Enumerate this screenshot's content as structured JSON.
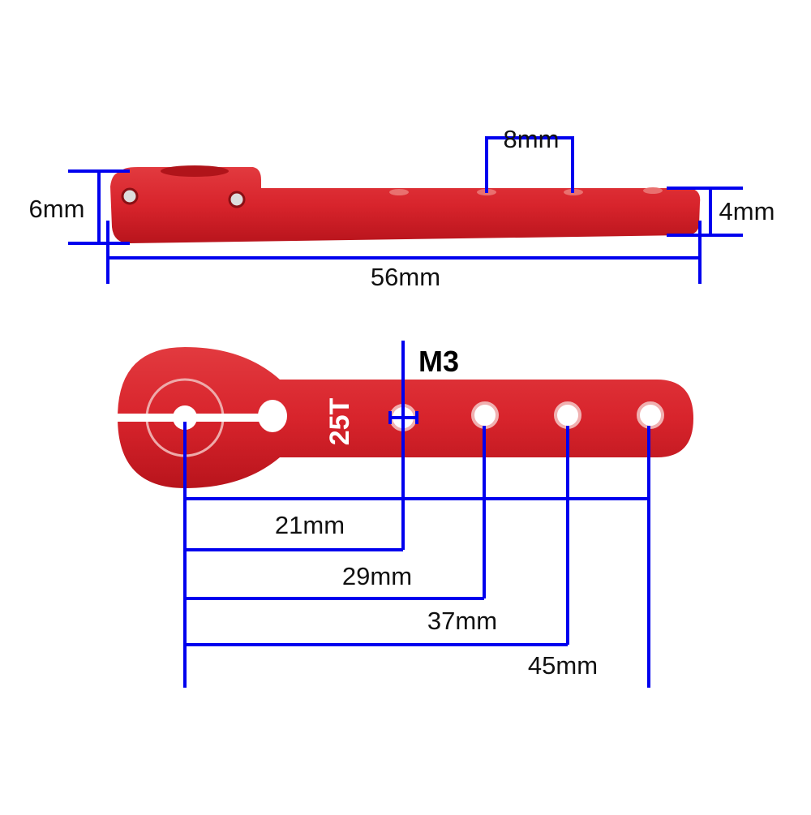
{
  "top_view": {
    "height_label": "6mm",
    "thickness_label": "4mm",
    "hole_pitch_label": "8mm",
    "length_label": "56mm"
  },
  "bottom_view": {
    "thread_label": "M3",
    "spline_label": "25T",
    "distance_labels": [
      "21mm",
      "29mm",
      "37mm",
      "45mm"
    ]
  },
  "colors": {
    "part": "#d8242c",
    "dimension": "#0000ee"
  }
}
